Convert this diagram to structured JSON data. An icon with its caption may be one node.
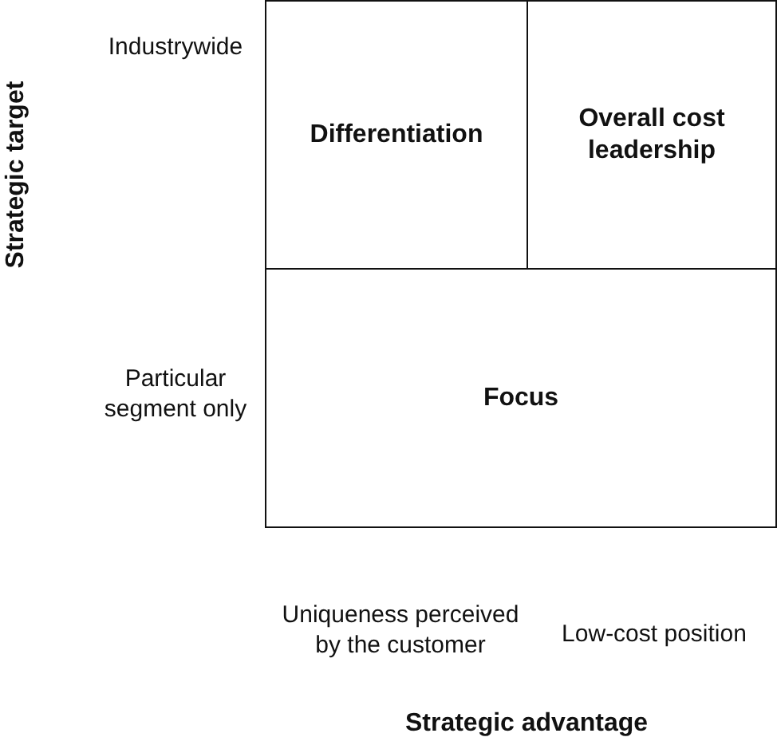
{
  "diagram": {
    "nodes": [
      {
        "text": [
          "Differentiation"
        ]
      },
      {
        "text": [
          "Overall cost leadership"
        ]
      },
      {
        "text": [
          "Focus"
        ]
      }
    ],
    "labels": [
      "Industrywide",
      "Strategic target",
      "Particular segment only",
      "Uniqueness perceived by the customer",
      "Low-cost position",
      "Strategic advantage"
    ]
  }
}
